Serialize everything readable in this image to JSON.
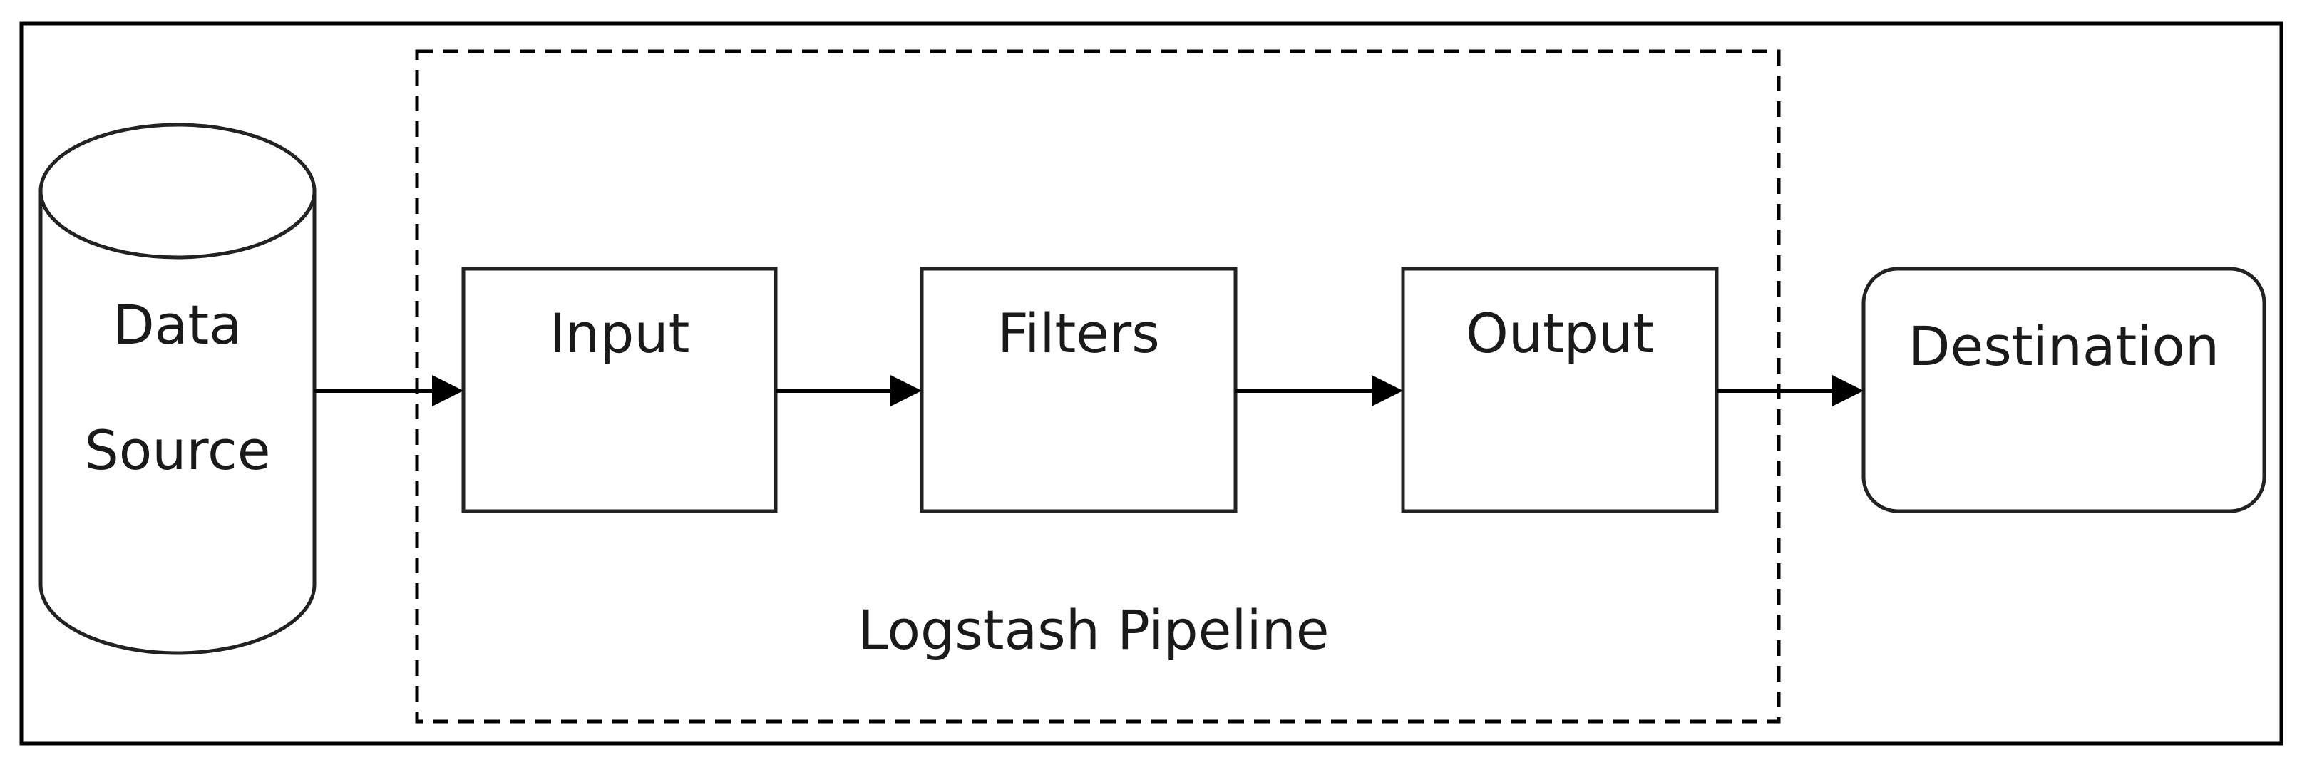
{
  "diagram": {
    "nodes": {
      "data_source": {
        "line1": "Data",
        "line2": "Source"
      },
      "input": {
        "label": "Input"
      },
      "filters": {
        "label": "Filters"
      },
      "output": {
        "label": "Output"
      },
      "destination": {
        "label": "Destination"
      }
    },
    "group": {
      "label": "Logstash Pipeline"
    },
    "edges": [
      {
        "from": "data_source",
        "to": "input"
      },
      {
        "from": "input",
        "to": "filters"
      },
      {
        "from": "filters",
        "to": "output"
      },
      {
        "from": "output",
        "to": "destination"
      }
    ]
  }
}
